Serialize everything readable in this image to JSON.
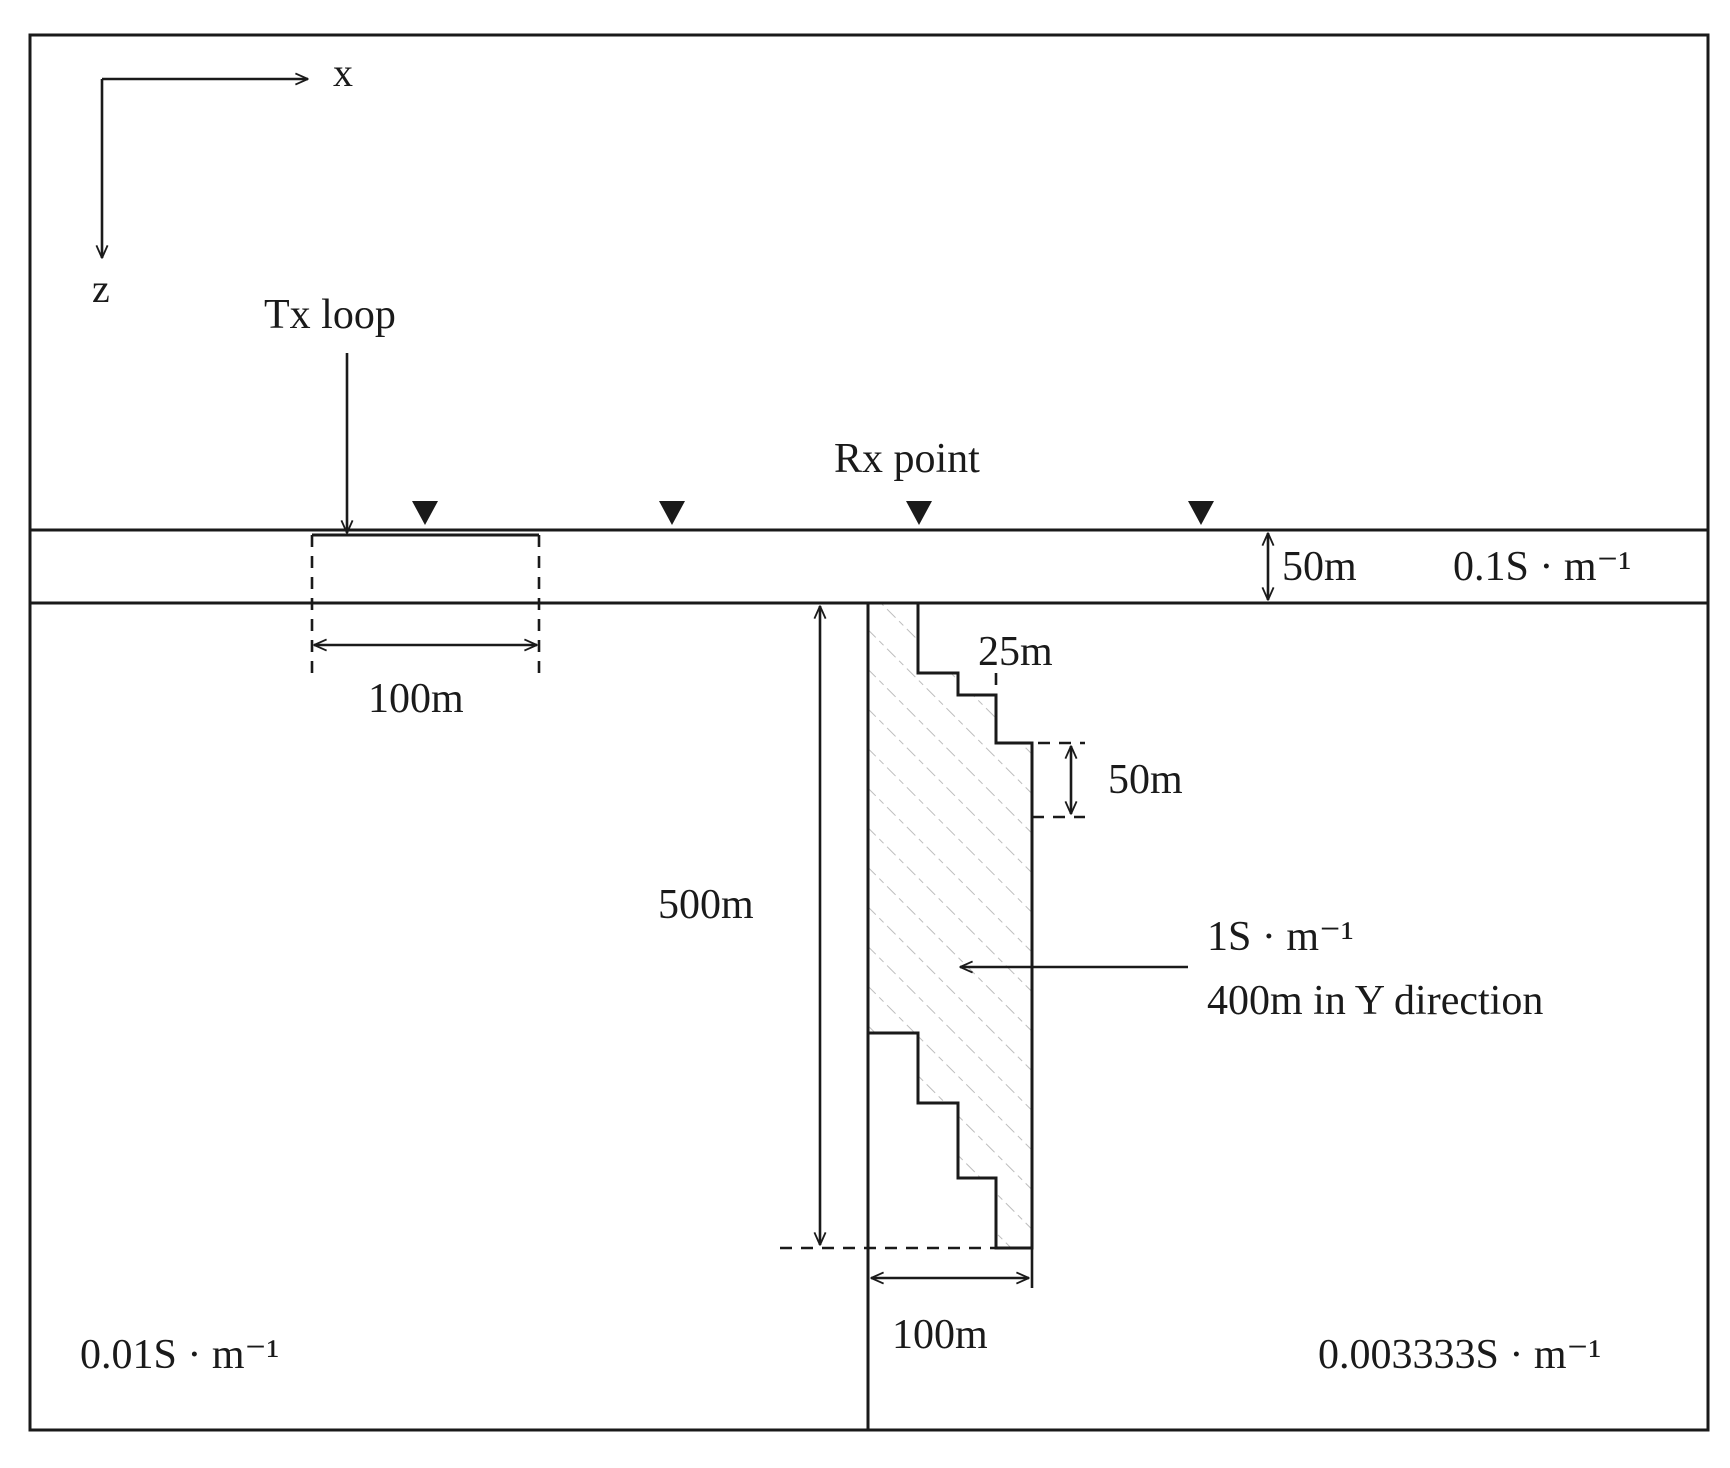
{
  "axes": {
    "x_label": "x",
    "z_label": "z"
  },
  "labels": {
    "tx_loop": "Tx loop",
    "rx_point": "Rx point",
    "layer_thickness": "50m",
    "layer_conductivity": "0.1S · m⁻¹",
    "loop_width": "100m",
    "step_width": "25m",
    "step_height": "50m",
    "body_depth": "500m",
    "body_conductivity": "1S · m⁻¹",
    "body_extent": "400m in Y direction",
    "body_width": "100m",
    "left_conductivity": "0.01S · m⁻¹",
    "right_conductivity": "0.003333S · m⁻¹"
  },
  "colors": {
    "line": "#1a1a1a",
    "hatch": "#bdbdbd",
    "background": "#ffffff"
  }
}
